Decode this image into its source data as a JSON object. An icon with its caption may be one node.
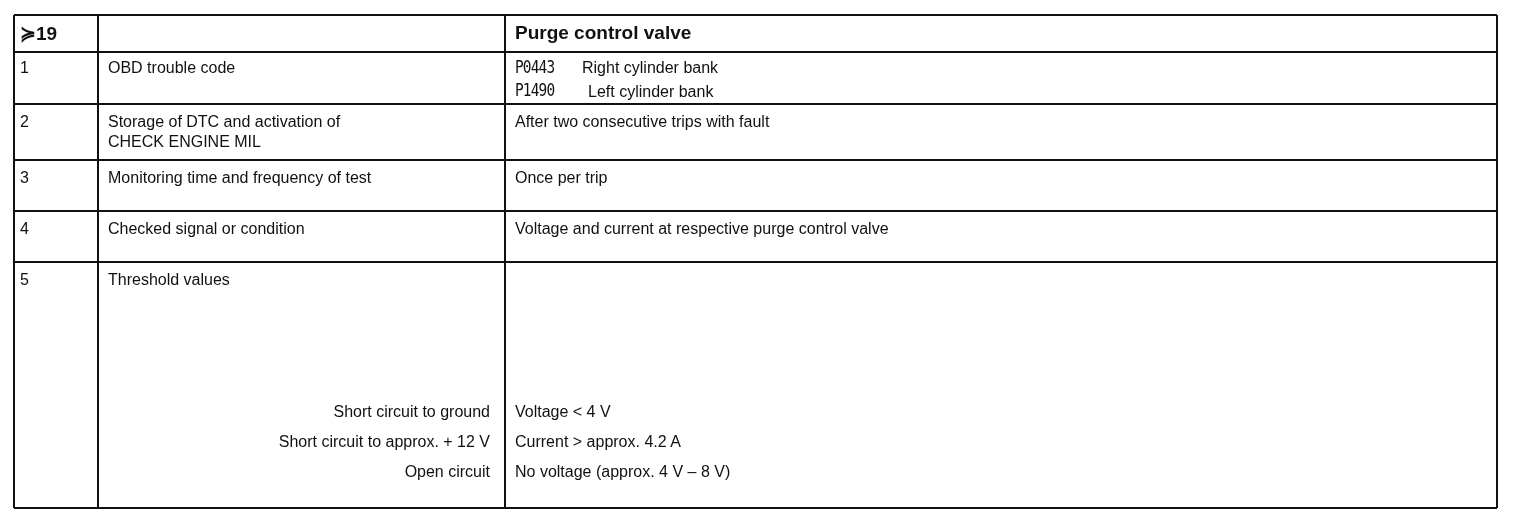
{
  "diagram": {
    "labels": [
      "≽19",
      "Purge control valve",
      "1",
      "OBD trouble code",
      "P0443",
      "Right cylinder bank",
      "P1490",
      "Left cylinder bank",
      "2",
      "Storage of DTC and activation of CHECK ENGINE MIL",
      "After two consecutive trips with fault",
      "3",
      "Monitoring time and frequency of test",
      "Once per trip",
      "4",
      "Checked signal or condition",
      "Voltage and current at respective purge control valve",
      "5",
      "Threshold values",
      "Short circuit to ground",
      "Voltage < 4 V",
      "Short circuit to approx. + 12 V",
      "Current > approx. 4.2 A",
      "Open circuit",
      "No voltage (approx. 4 V – 8 V)"
    ]
  }
}
